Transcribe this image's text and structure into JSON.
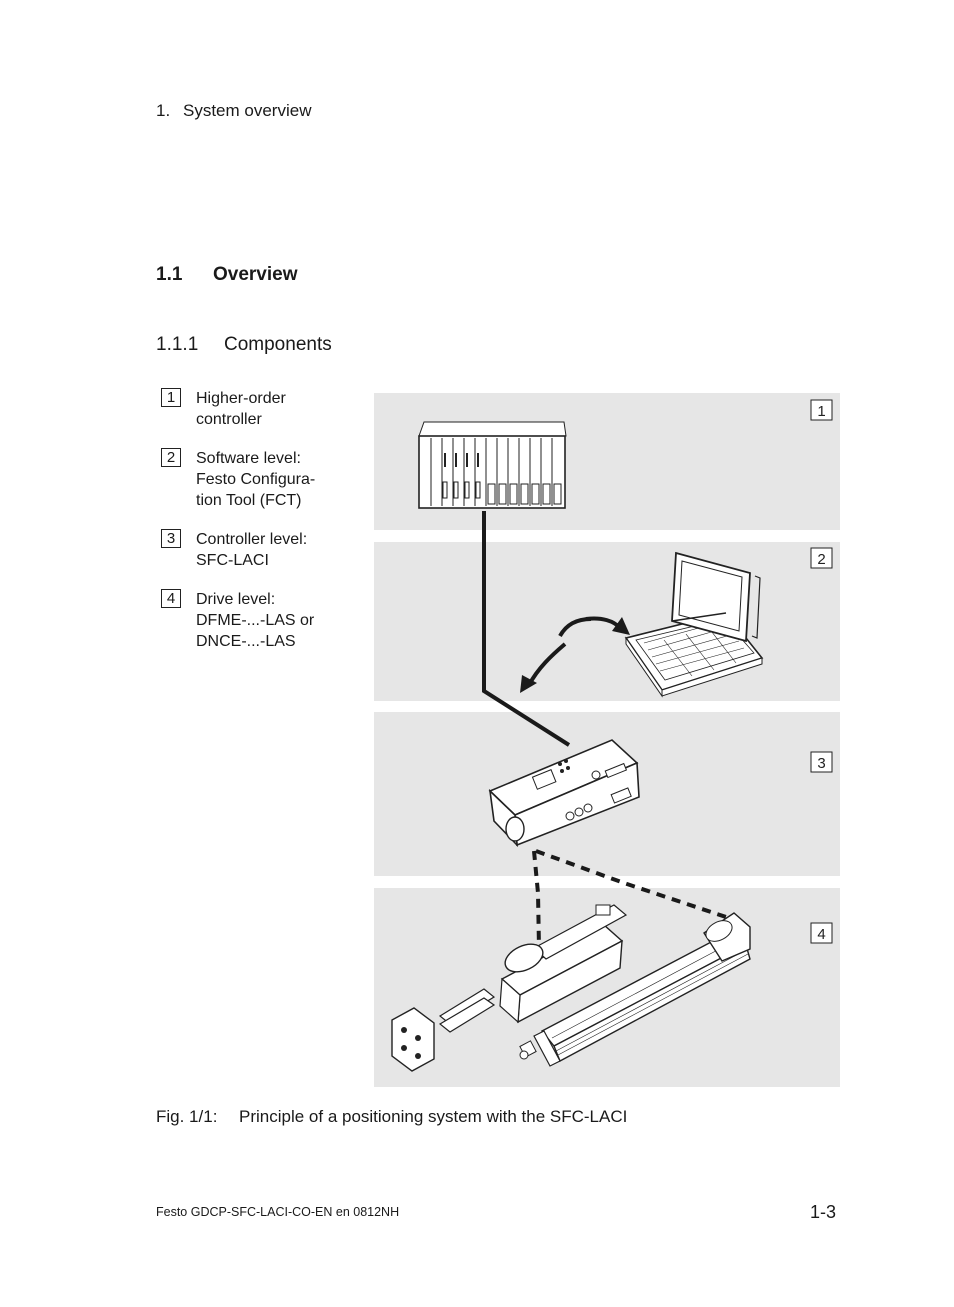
{
  "header": {
    "chapter_number": "1.",
    "chapter_title": "System overview"
  },
  "section": {
    "number": "1.1",
    "title": "Overview"
  },
  "subsection": {
    "number": "1.1.1",
    "title": "Components"
  },
  "legend": [
    {
      "number": "1",
      "text": "Higher-order\ncontroller"
    },
    {
      "number": "2",
      "text": "Software level:\nFesto Configura-\ntion Tool (FCT)"
    },
    {
      "number": "3",
      "text": "Controller level:\nSFC-LACI"
    },
    {
      "number": "4",
      "text": "Drive level:\nDFME-...-LAS or\nDNCE-...-LAS"
    }
  ],
  "figure": {
    "panel_labels": [
      "1",
      "2",
      "3",
      "4"
    ],
    "panel_color": "#e6e6e6",
    "icons": [
      "plc-rack-icon",
      "laptop-icon",
      "sfc-laci-controller-icon",
      "dfme-slide-drive-icon",
      "dnce-cylinder-drive-icon"
    ]
  },
  "caption": {
    "label": "Fig. 1/1:",
    "text": "Principle of a positioning system with the SFC-LACI"
  },
  "footer": {
    "left": "Festo GDCP-SFC-LACI-CO-EN  en 0812NH",
    "page": "1-3"
  }
}
